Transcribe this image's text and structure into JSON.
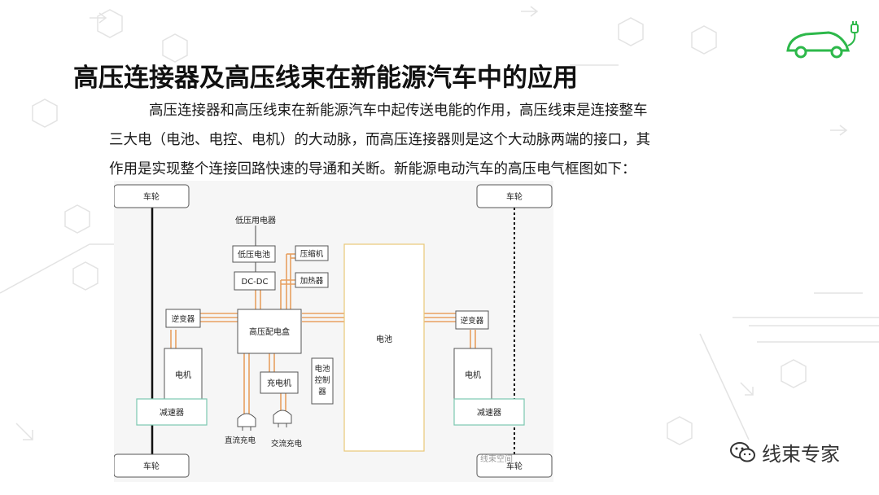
{
  "title": "高压连接器及高压线束在新能源汽车中的应用",
  "paragraph": {
    "line1": "高压连接器和高压线束在新能源汽车中起传送电能的作用，高压线束是连接整车",
    "line2": "三大电（电池、电控、电机）的大动脉，而高压连接器则是这个大动脉两端的接口，其",
    "line3": "作用是实现整个连接回路快速的导通和关断。新能源电动汽车的高压电气框图如下："
  },
  "diagram": {
    "wheel_top_left": "车轮",
    "wheel_top_right": "车轮",
    "wheel_bottom_left": "车轮",
    "wheel_bottom_right": "车轮",
    "low_voltage_appliance": "低压用电器",
    "low_voltage_battery": "低压电池",
    "dcdc": "DC-DC",
    "compressor": "压缩机",
    "heater": "加热器",
    "inverter_left": "逆变器",
    "inverter_right": "逆变器",
    "hv_distribution_box": "高压配电盒",
    "battery": "电池",
    "motor_left": "电机",
    "motor_right": "电机",
    "charger": "充电机",
    "battery_controller": [
      "电池",
      "控制",
      "器"
    ],
    "reducer_left": "减速器",
    "reducer_right": "减速器",
    "dc_charging": "直流充电",
    "ac_charging": "交流充电",
    "diagram_watermark": "线束空间"
  },
  "watermark": "线束专家",
  "colors": {
    "hv_line": "#e8a060",
    "battery_border": "#e8c878",
    "reducer_border": "#7cc8b0",
    "logo_green": "#2db84a"
  }
}
